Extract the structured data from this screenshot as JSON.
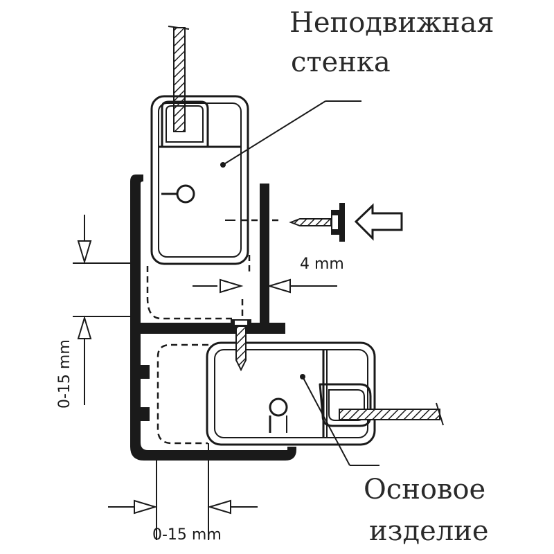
{
  "labels": {
    "fixed_wall_line1": "Неподвижная",
    "fixed_wall_line2": "стенка",
    "base_product_line1": "Основое",
    "base_product_line2": "изделие"
  },
  "dimensions": {
    "screw_gap": "4 mm",
    "vertical_adjust": "0-15 mm",
    "horizontal_adjust": "0-15 mm"
  },
  "colors": {
    "line": "#1a1a1a",
    "background": "#ffffff",
    "text": "#2a2a2a"
  }
}
